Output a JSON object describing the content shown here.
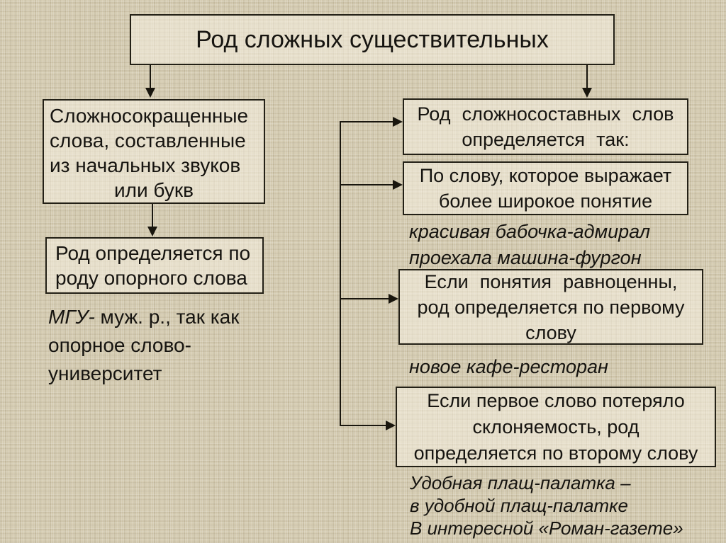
{
  "colors": {
    "background": "#d5ccb2",
    "box_fill": "#ded7c3",
    "line_and_border": "#232016",
    "text": "#161410"
  },
  "title_box": {
    "text": "Род сложных существительных"
  },
  "left_column": {
    "abbrev_box": {
      "lines": [
        "Сложносокращенные",
        "слова, составленные",
        "из начальных звуков",
        "или букв"
      ]
    },
    "rule_box": {
      "lines": [
        "Род определяется по",
        "роду опорного слова"
      ]
    },
    "example": {
      "abbr_italic": "МГУ-",
      "line1_rest": " муж. р., так как",
      "line2": "опорное слово-",
      "line3": "университет"
    }
  },
  "right_column": {
    "header_box": {
      "lines": [
        "Род сложносоставных слов",
        "определяется так:"
      ]
    },
    "broad_concept_box": {
      "lines": [
        "По слову, которое выражает",
        "более широкое понятие"
      ]
    },
    "example1": {
      "lines": [
        "красивая бабочка-адмирал",
        "проехала машина-фургон"
      ]
    },
    "equal_concepts_box": {
      "lines": [
        "Если понятия равноценны,",
        "род определяется по первому",
        "слову"
      ]
    },
    "example2": {
      "lines": [
        "новое кафе-ресторан"
      ]
    },
    "lost_declension_box": {
      "lines": [
        "Если первое слово потеряло",
        "склоняемость, род",
        "определяется по второму слову"
      ]
    },
    "example3": {
      "lines": [
        "Удобная плащ-палатка –",
        "в удобной плащ-палатке",
        "В интересной «Роман-газете»"
      ]
    }
  }
}
